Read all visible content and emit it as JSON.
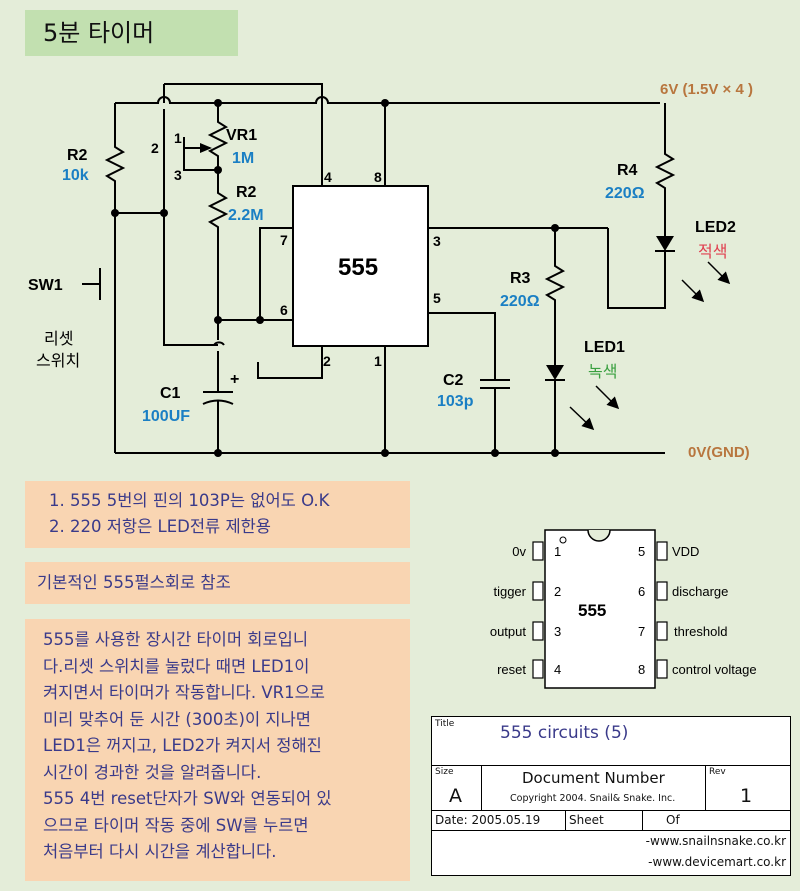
{
  "title": "5분 타이머",
  "supply_label": "6V (1.5V × 4 )",
  "ground_label": "0V(GND)",
  "ic_label": "555",
  "components": {
    "r2_top": {
      "ref": "R2",
      "value": "10k"
    },
    "vr1": {
      "ref": "VR1",
      "value": "1M",
      "pin1": "1",
      "pin2": "2",
      "pin3": "3"
    },
    "r2_mid": {
      "ref": "R2",
      "value": "2.2M"
    },
    "c1": {
      "ref": "C1",
      "value": "100UF",
      "polarity": "+"
    },
    "c2": {
      "ref": "C2",
      "value": "103p"
    },
    "r3": {
      "ref": "R3",
      "value": "220Ω"
    },
    "r4": {
      "ref": "R4",
      "value": "220Ω"
    },
    "led1": {
      "ref": "LED1",
      "color_label": "녹색"
    },
    "led2": {
      "ref": "LED2",
      "color_label": "적색"
    },
    "sw1": {
      "ref": "SW1",
      "label_line1": "리셋",
      "label_line2": "스위치"
    }
  },
  "ic_pins": {
    "p1": "1",
    "p2": "2",
    "p3": "3",
    "p4": "4",
    "p5": "5",
    "p6": "6",
    "p7": "7",
    "p8": "8"
  },
  "notes1": [
    "1. 555 5번의 핀의 103P는 없어도 O.K",
    "2. 220 저항은 LED전류 제한용"
  ],
  "notes2": "기본적인 555펄스회로 참조",
  "notes3": [
    "555를 사용한 장시간 타이머 회로입니",
    "다.리셋 스위치를 눌렀다 때면 LED1이",
    "켜지면서 타이머가 작동합니다. VR1으로",
    "미리 맞추어 둔 시간 (300초)이 지나면",
    "LED1은 꺼지고, LED2가 켜지서 정해진",
    "시간이 경과한 것을 알려줍니다.",
    "555 4번 reset단자가 SW와 연동되어 있",
    "으므로 타이머 작동 중에 SW를 누르면",
    "처음부터 다시 시간을 계산합니다."
  ],
  "pinout": {
    "chip_label": "555",
    "left": [
      {
        "num": "1",
        "name": "0v"
      },
      {
        "num": "2",
        "name": "tigger"
      },
      {
        "num": "3",
        "name": "output"
      },
      {
        "num": "4",
        "name": "reset"
      }
    ],
    "right": [
      {
        "num": "5",
        "name": "VDD"
      },
      {
        "num": "6",
        "name": "discharge"
      },
      {
        "num": "7",
        "name": "threshold"
      },
      {
        "num": "8",
        "name": "control voltage"
      }
    ]
  },
  "titleblock": {
    "title_label": "Title",
    "title_value": "555 circuits (5)",
    "size_label": "Size",
    "size_value": "A",
    "doc_label": "Document Number",
    "copyright": "Copyright 2004. Snail& Snake. Inc.",
    "rev_label": "Rev",
    "rev_value": "1",
    "date": "Date: 2005.05.19",
    "sheet": "Sheet",
    "of": "Of",
    "web1": "-www.snailnsnake.co.kr",
    "web2": "-www.devicemart.co.kr"
  },
  "colors": {
    "blue": "#1a7fc4",
    "brown": "#b8763e",
    "red": "#e04050",
    "green": "#3aa040"
  }
}
